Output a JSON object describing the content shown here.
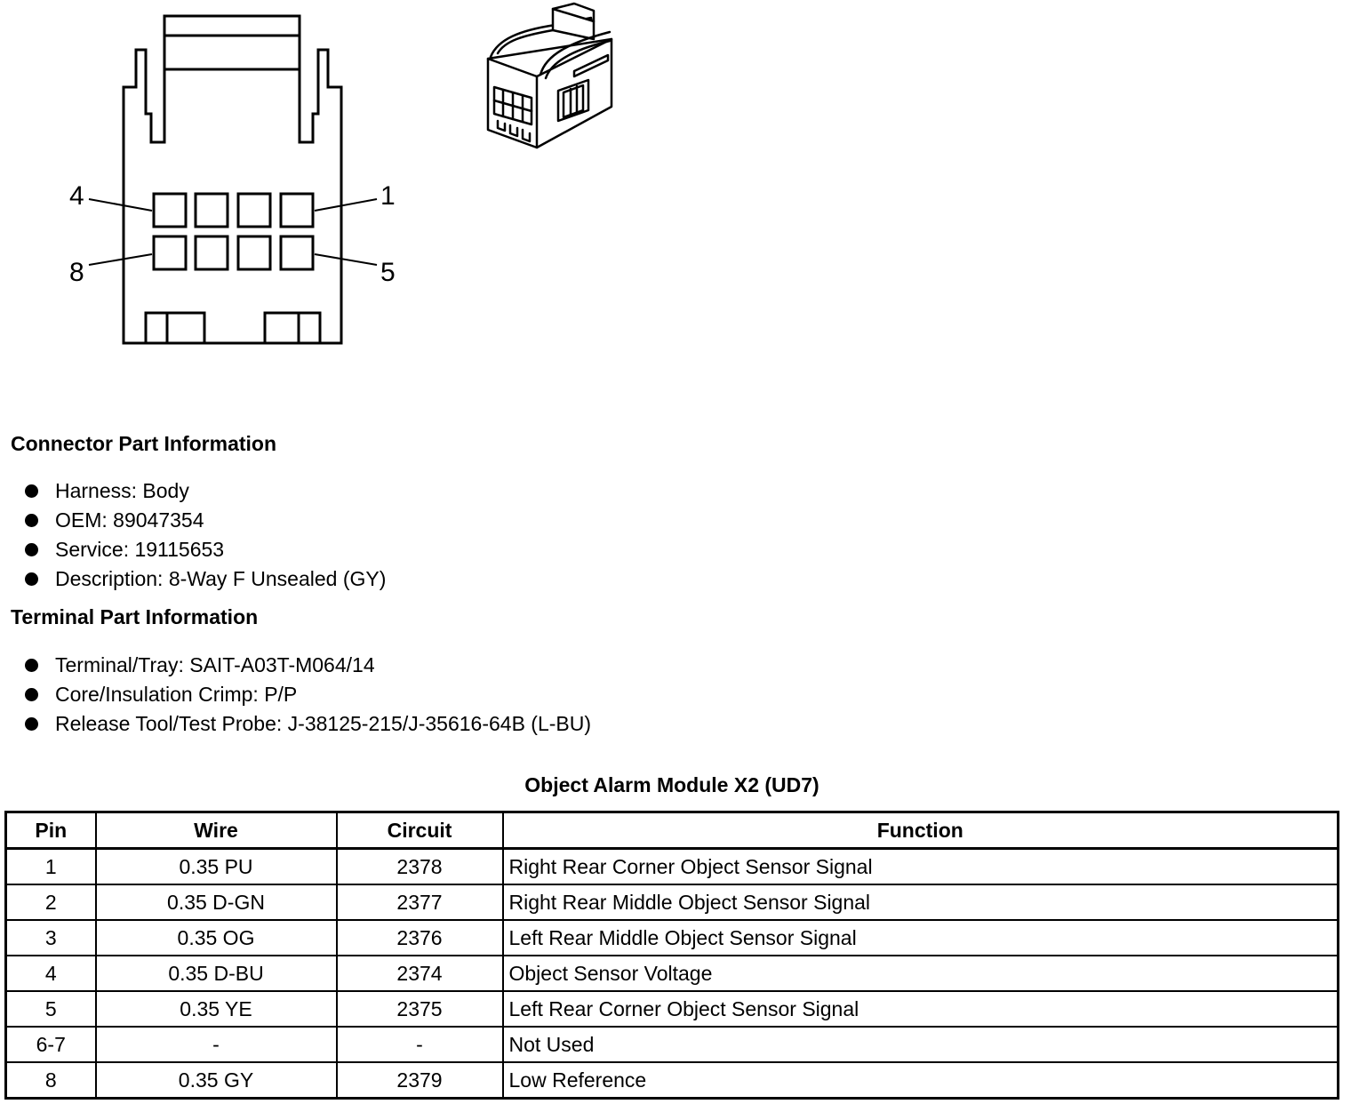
{
  "connector_diagram": {
    "pin_labels": {
      "top_left": "4",
      "top_right": "1",
      "bottom_left": "8",
      "bottom_right": "5"
    }
  },
  "connector_info": {
    "heading": "Connector Part Information",
    "items": [
      "Harness: Body",
      "OEM: 89047354",
      "Service: 19115653",
      "Description: 8-Way F Unsealed (GY)"
    ]
  },
  "terminal_info": {
    "heading": "Terminal Part Information",
    "items": [
      "Terminal/Tray: SAIT-A03T-M064/14",
      "Core/Insulation Crimp: P/P",
      "Release Tool/Test Probe: J-38125-215/J-35616-64B (L-BU)"
    ]
  },
  "pin_table": {
    "title": "Object Alarm Module X2 (UD7)",
    "headers": [
      "Pin",
      "Wire",
      "Circuit",
      "Function"
    ],
    "rows": [
      [
        "1",
        "0.35 PU",
        "2378",
        "Right Rear Corner Object Sensor Signal"
      ],
      [
        "2",
        "0.35 D-GN",
        "2377",
        "Right Rear Middle Object Sensor Signal"
      ],
      [
        "3",
        "0.35 OG",
        "2376",
        "Left Rear Middle Object Sensor Signal"
      ],
      [
        "4",
        "0.35 D-BU",
        "2374",
        "Object Sensor Voltage"
      ],
      [
        "5",
        "0.35 YE",
        "2375",
        "Left Rear Corner Object Sensor Signal"
      ],
      [
        "6-7",
        "-",
        "-",
        "Not Used"
      ],
      [
        "8",
        "0.35 GY",
        "2379",
        "Low Reference"
      ]
    ]
  }
}
